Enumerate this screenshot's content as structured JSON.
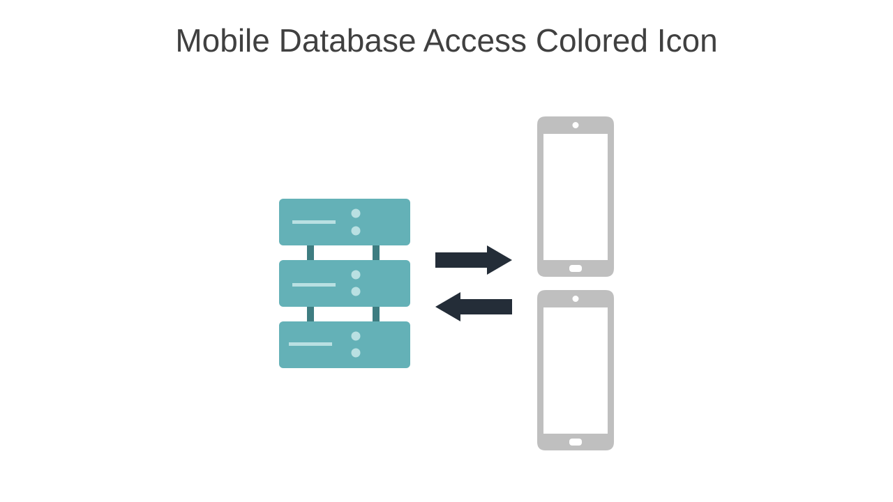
{
  "slide": {
    "title": "Mobile Database Access Colored Icon"
  },
  "icon": {
    "server_rack": {
      "units": 3,
      "icon_name": "server-rack-icon"
    },
    "arrows": [
      {
        "direction": "right",
        "icon_name": "arrow-right-icon"
      },
      {
        "direction": "left",
        "icon_name": "arrow-left-icon"
      }
    ],
    "phones": {
      "count": 2,
      "icon_name": "smartphone-icon"
    }
  },
  "colors": {
    "server_body": "#64B1B7",
    "server_connector": "#3E7D81",
    "server_detail": "#B9E0E2",
    "arrow": "#242D38",
    "phone": "#BFBFBF",
    "title_text": "#404040",
    "background": "#FFFFFF"
  }
}
